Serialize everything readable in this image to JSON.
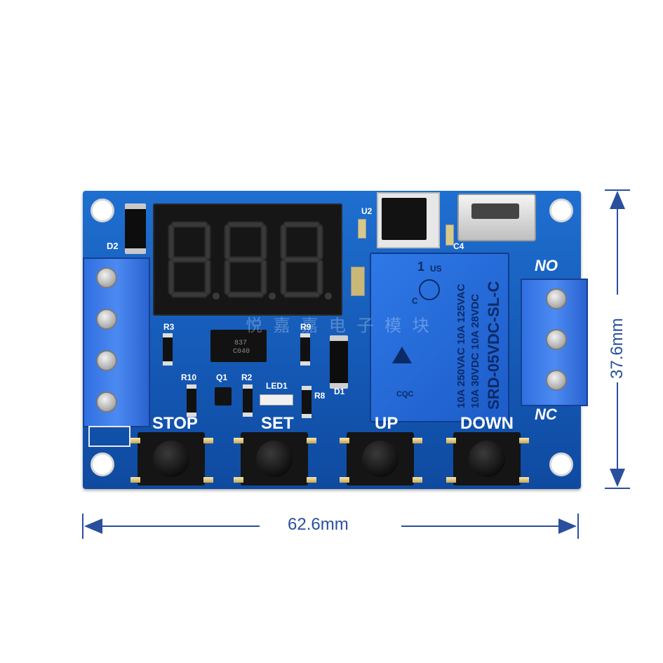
{
  "dimensions": {
    "width_label": "62.6mm",
    "height_label": "37.6mm"
  },
  "board": {
    "labels": {
      "d2": "D2",
      "u2": "U2",
      "c4": "C4",
      "r3": "R3",
      "r9": "R9",
      "r10": "R10",
      "q1": "Q1",
      "r2": "R2",
      "led1": "LED1",
      "r8": "R8",
      "d1": "D1",
      "no": "NO",
      "nc": "NC"
    },
    "buttons": {
      "stop": "STOP",
      "set": "SET",
      "up": "UP",
      "down": "DOWN"
    },
    "display": {
      "digits": [
        "8",
        "8",
        "8"
      ]
    },
    "relay": {
      "number": "1",
      "us": "US",
      "c": "C",
      "line1": "10A 250VAC  10A 125VAC",
      "line2": "10A  30VDC  10A  28VDC",
      "model": "SRD-05VDC-SL-C",
      "cqc": "CQC"
    },
    "chips": {
      "optocoupler": "837",
      "optocoupler_code": "C040"
    },
    "watermark": "悦 嘉 嘉 电 子 模 块"
  },
  "colors": {
    "pcb": "#1458b4",
    "terminal": "#3b7be8",
    "dimension": "#2a4f9e",
    "display": "#161616",
    "segment": "#2a2a2a"
  }
}
